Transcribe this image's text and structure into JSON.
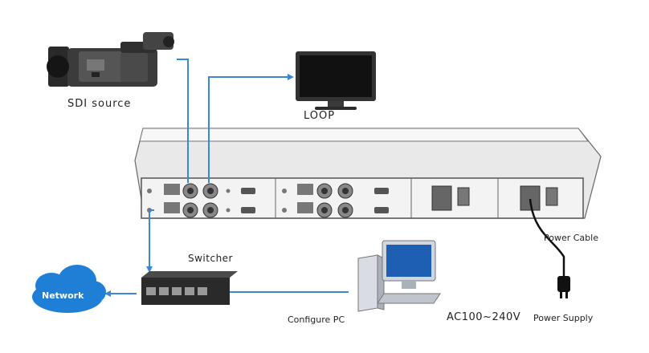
{
  "labels": {
    "sdi_source": "SDI source",
    "loop": "LOOP",
    "switcher": "Switcher",
    "network": "Network",
    "configure_pc": "Configure PC",
    "power_cable": "Power Cable",
    "ac_range": "AC100~240V",
    "power_supply": "Power Supply"
  },
  "colors": {
    "cable": "#3a86d8",
    "device_body": "#f2f2f2",
    "device_edge": "#555555",
    "network_cloud": "#1f7fd6"
  },
  "icons": [
    "camcorder-icon",
    "monitor-icon",
    "network-cloud-icon",
    "switch-icon",
    "desktop-pc-icon",
    "power-plug-icon"
  ]
}
